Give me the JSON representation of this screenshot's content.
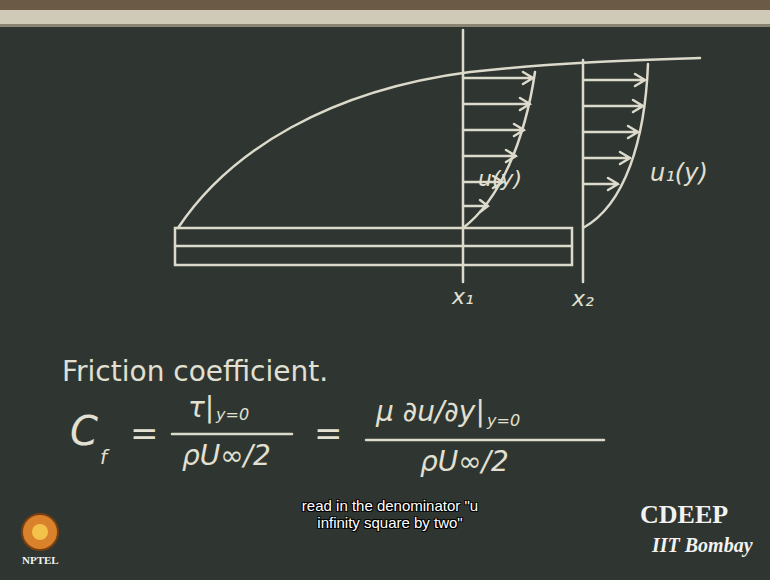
{
  "diagram": {
    "labels": [
      "u(y)",
      "u₁(y)",
      "x₁",
      "x₂",
      "Friction coefficient.",
      "C",
      "f",
      "=",
      "τ|",
      "y=0",
      "ρU∞/2",
      "=",
      "μ ∂u/∂y|",
      "y=0",
      "ρU∞/2",
      "read in the denominator \"u infinity square by two\"",
      "NPTEL",
      "CDEEP",
      "IIT Bombay"
    ]
  }
}
